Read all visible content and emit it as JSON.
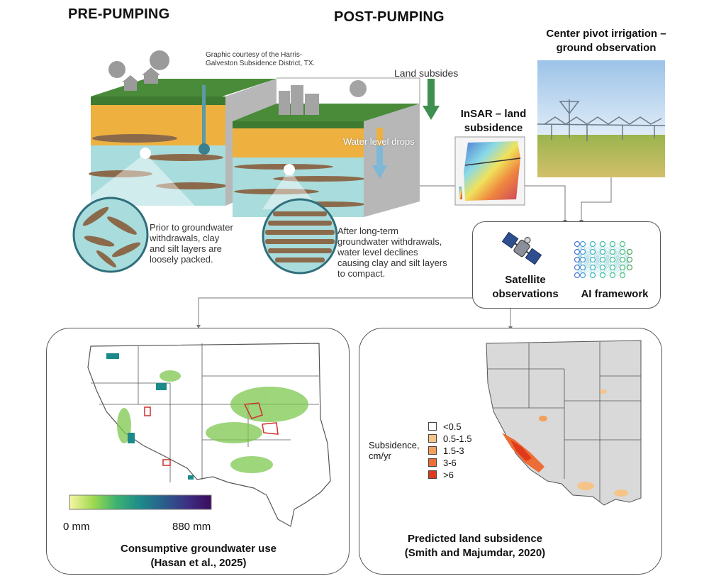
{
  "headings": {
    "pre_pumping": "PRE-PUMPING",
    "post_pumping": "POST-PUMPING",
    "center_pivot": "Center pivot irrigation –\nground observation",
    "insar": "InSAR – land\nsubsidence"
  },
  "credit": "Graphic courtesy of the Harris-\nGalveston Subsidence District, TX.",
  "diagram_labels": {
    "land_subsides": "Land subsides",
    "water_level_drops": "Water level drops",
    "pre_caption": "Prior to groundwater\nwithdrawals, clay\nand silt layers are\nloosely packed.",
    "post_caption": "After long-term\ngroundwater withdrawals,\nwater level declines\ncausing clay and silt layers\nto compact."
  },
  "ai_box": {
    "satellite": "Satellite\nobservations",
    "ai_framework": "AI framework"
  },
  "left_map": {
    "colorbar_min": "0 mm",
    "colorbar_max": "880 mm",
    "colorbar_colors": [
      "#f7f6a4",
      "#9fd94f",
      "#3bb272",
      "#1d8a8a",
      "#2b5d8c",
      "#3d2f83",
      "#3c0b5e"
    ],
    "caption": "Consumptive groundwater use\n(Hasan et al., 2025)"
  },
  "right_map": {
    "legend_title": "Subsidence,\ncm/yr",
    "legend": [
      {
        "label": "<0.5",
        "color": "#ffffff"
      },
      {
        "label": "0.5-1.5",
        "color": "#f6c488"
      },
      {
        "label": "1.5-3",
        "color": "#f2a05a"
      },
      {
        "label": "3-6",
        "color": "#ec6d35"
      },
      {
        "label": ">6",
        "color": "#e03a1c"
      }
    ],
    "caption": "Predicted land subsidence\n(Smith and Majumdar, 2020)"
  },
  "colors": {
    "grass": "#4a8b3a",
    "sand": "#eeb13f",
    "water": "#a9dcdc",
    "clay": "#8b6a4c",
    "arrow": "#3f8f50",
    "map_gray": "#d9d9d9"
  }
}
